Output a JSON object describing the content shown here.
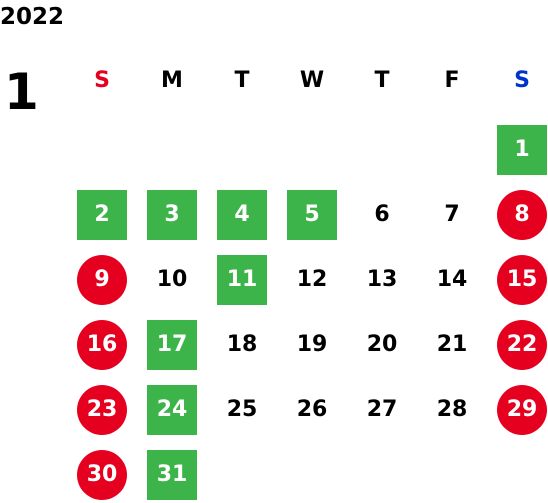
{
  "year": "2022",
  "month": "1",
  "weekdays": [
    {
      "label": "S",
      "color": "#e6001f"
    },
    {
      "label": "M",
      "color": "#000000"
    },
    {
      "label": "T",
      "color": "#000000"
    },
    {
      "label": "W",
      "color": "#000000"
    },
    {
      "label": "T",
      "color": "#000000"
    },
    {
      "label": "F",
      "color": "#000000"
    },
    {
      "label": "S",
      "color": "#0033cc"
    }
  ],
  "colors": {
    "green": "#3cb44a",
    "red": "#e6001f",
    "text": "#000000"
  },
  "days": [
    {
      "day": "1",
      "col": 6,
      "row": 0,
      "style": "green"
    },
    {
      "day": "2",
      "col": 0,
      "row": 1,
      "style": "green"
    },
    {
      "day": "3",
      "col": 1,
      "row": 1,
      "style": "green"
    },
    {
      "day": "4",
      "col": 2,
      "row": 1,
      "style": "green"
    },
    {
      "day": "5",
      "col": 3,
      "row": 1,
      "style": "green"
    },
    {
      "day": "6",
      "col": 4,
      "row": 1,
      "style": "plain"
    },
    {
      "day": "7",
      "col": 5,
      "row": 1,
      "style": "plain"
    },
    {
      "day": "8",
      "col": 6,
      "row": 1,
      "style": "red"
    },
    {
      "day": "9",
      "col": 0,
      "row": 2,
      "style": "red"
    },
    {
      "day": "10",
      "col": 1,
      "row": 2,
      "style": "plain"
    },
    {
      "day": "11",
      "col": 2,
      "row": 2,
      "style": "green"
    },
    {
      "day": "12",
      "col": 3,
      "row": 2,
      "style": "plain"
    },
    {
      "day": "13",
      "col": 4,
      "row": 2,
      "style": "plain"
    },
    {
      "day": "14",
      "col": 5,
      "row": 2,
      "style": "plain"
    },
    {
      "day": "15",
      "col": 6,
      "row": 2,
      "style": "red"
    },
    {
      "day": "16",
      "col": 0,
      "row": 3,
      "style": "red"
    },
    {
      "day": "17",
      "col": 1,
      "row": 3,
      "style": "green"
    },
    {
      "day": "18",
      "col": 2,
      "row": 3,
      "style": "plain"
    },
    {
      "day": "19",
      "col": 3,
      "row": 3,
      "style": "plain"
    },
    {
      "day": "20",
      "col": 4,
      "row": 3,
      "style": "plain"
    },
    {
      "day": "21",
      "col": 5,
      "row": 3,
      "style": "plain"
    },
    {
      "day": "22",
      "col": 6,
      "row": 3,
      "style": "red"
    },
    {
      "day": "23",
      "col": 0,
      "row": 4,
      "style": "red"
    },
    {
      "day": "24",
      "col": 1,
      "row": 4,
      "style": "green"
    },
    {
      "day": "25",
      "col": 2,
      "row": 4,
      "style": "plain"
    },
    {
      "day": "26",
      "col": 3,
      "row": 4,
      "style": "plain"
    },
    {
      "day": "27",
      "col": 4,
      "row": 4,
      "style": "plain"
    },
    {
      "day": "28",
      "col": 5,
      "row": 4,
      "style": "plain"
    },
    {
      "day": "29",
      "col": 6,
      "row": 4,
      "style": "red"
    },
    {
      "day": "30",
      "col": 0,
      "row": 5,
      "style": "red"
    },
    {
      "day": "31",
      "col": 1,
      "row": 5,
      "style": "green"
    }
  ]
}
